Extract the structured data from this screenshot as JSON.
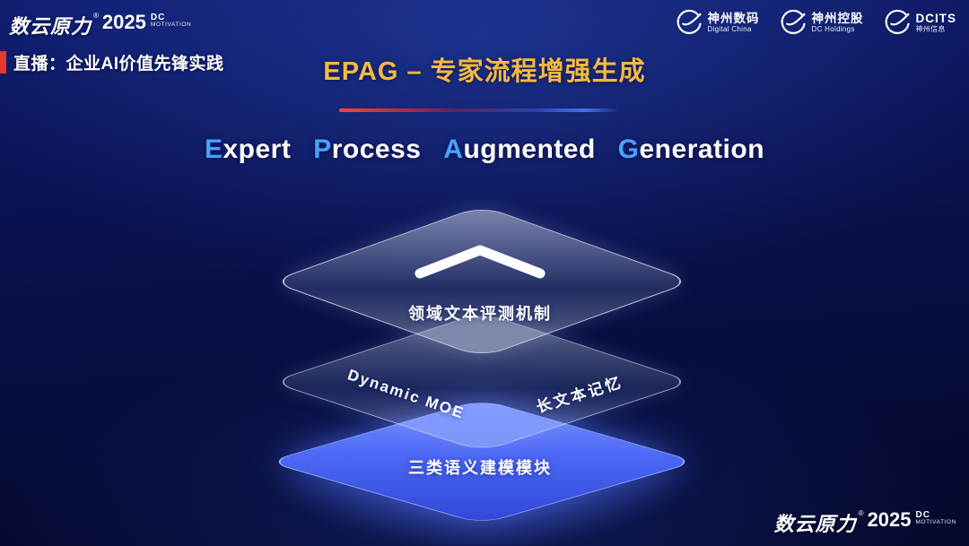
{
  "brand": {
    "name": "数云原力",
    "reg": "®",
    "year": "2025",
    "dc": "DC",
    "motivation": "MOTIVATION"
  },
  "live": {
    "label": "直播：企业AI价值先锋实践"
  },
  "partner_logos": [
    {
      "cn": "神州数码",
      "en": "Digital China"
    },
    {
      "cn": "神州控股",
      "en": "DC Holdings"
    },
    {
      "cn": "DCITS",
      "en": "神州信息"
    }
  ],
  "title": {
    "heading": "EPAG – 专家流程增强生成",
    "words": [
      {
        "initial": "E",
        "rest": "xpert"
      },
      {
        "initial": "P",
        "rest": "rocess"
      },
      {
        "initial": "A",
        "rest": "ugmented"
      },
      {
        "initial": "G",
        "rest": "eneration"
      }
    ]
  },
  "diagram": {
    "top_layer_label": "领域文本评测机制",
    "middle_layer_left_label": "Dynamic MOE",
    "middle_layer_right_label": "长文本记忆",
    "bottom_layer_label": "三类语义建模模块",
    "icon": "chevron-up-icon"
  },
  "colors": {
    "gold": "#f5b942",
    "accent_blue": "#4aa0ff",
    "red": "#e6392e",
    "layer_blue": "#4d68f5",
    "background_top": "#0e1b6b",
    "background_bottom": "#04082a"
  }
}
